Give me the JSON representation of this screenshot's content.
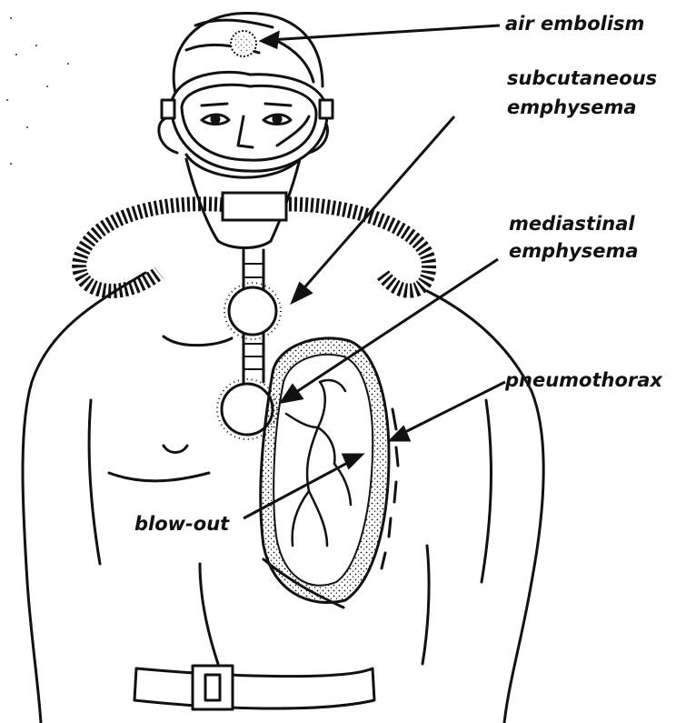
{
  "labels": {
    "air_embolism": "air embolism",
    "subcutaneous_1": "subcutaneous",
    "subcutaneous_2": "emphysema",
    "mediastinal_1": "mediastinal",
    "mediastinal_2": "emphysema",
    "pneumothorax": "pneumothorax",
    "blow_out": "blow-out"
  },
  "colors": {
    "ink": "#111111",
    "paper": "#ffffff"
  }
}
